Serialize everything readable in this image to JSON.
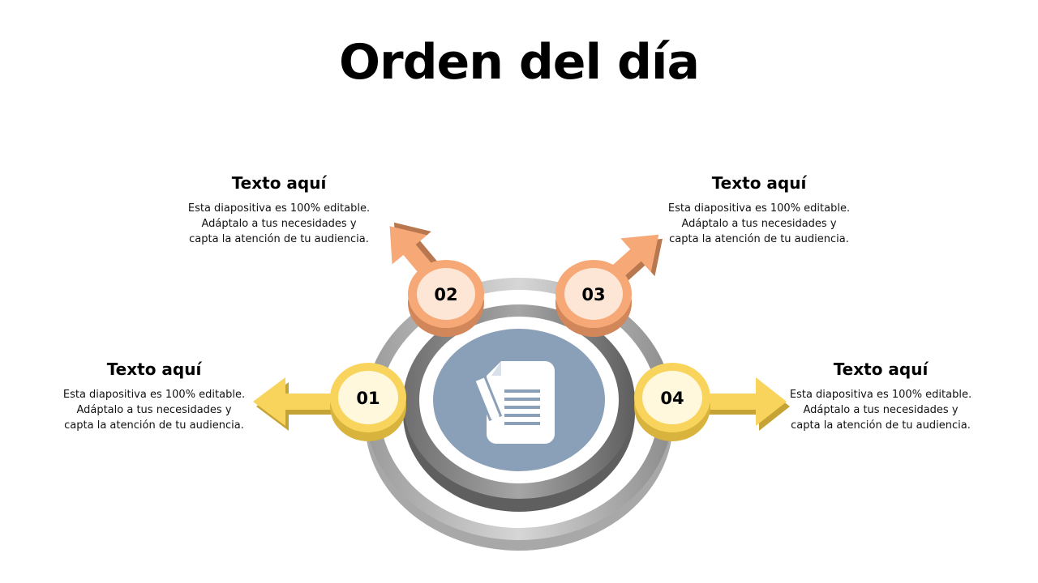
{
  "title": "Orden del día",
  "items": [
    {
      "number": "01",
      "heading": "Texto aquí",
      "lines": [
        "Esta diapositiva es 100% editable.",
        "Adáptalo a tus necesidades y",
        "capta la atención de tu audiencia."
      ]
    },
    {
      "number": "02",
      "heading": "Texto aquí",
      "lines": [
        "Esta diapositiva es 100% editable.",
        "Adáptalo a tus necesidades y",
        "capta la atención de tu audiencia."
      ]
    },
    {
      "number": "03",
      "heading": "Texto aquí",
      "lines": [
        "Esta diapositiva es 100% editable.",
        "Adáptalo a tus necesidades y",
        "capta la atención de tu audiencia."
      ]
    },
    {
      "number": "04",
      "heading": "Texto aquí",
      "lines": [
        "Esta diapositiva es 100% editable.",
        "Adáptalo a tus necesidades y",
        "capta la atención de tu audiencia."
      ]
    }
  ],
  "center_icon": "document-pen-icon",
  "colors": {
    "yellow": "#f9d45c",
    "peach": "#f6a877",
    "gray": "#8a8a8a",
    "blue": "#8a9fb8"
  }
}
